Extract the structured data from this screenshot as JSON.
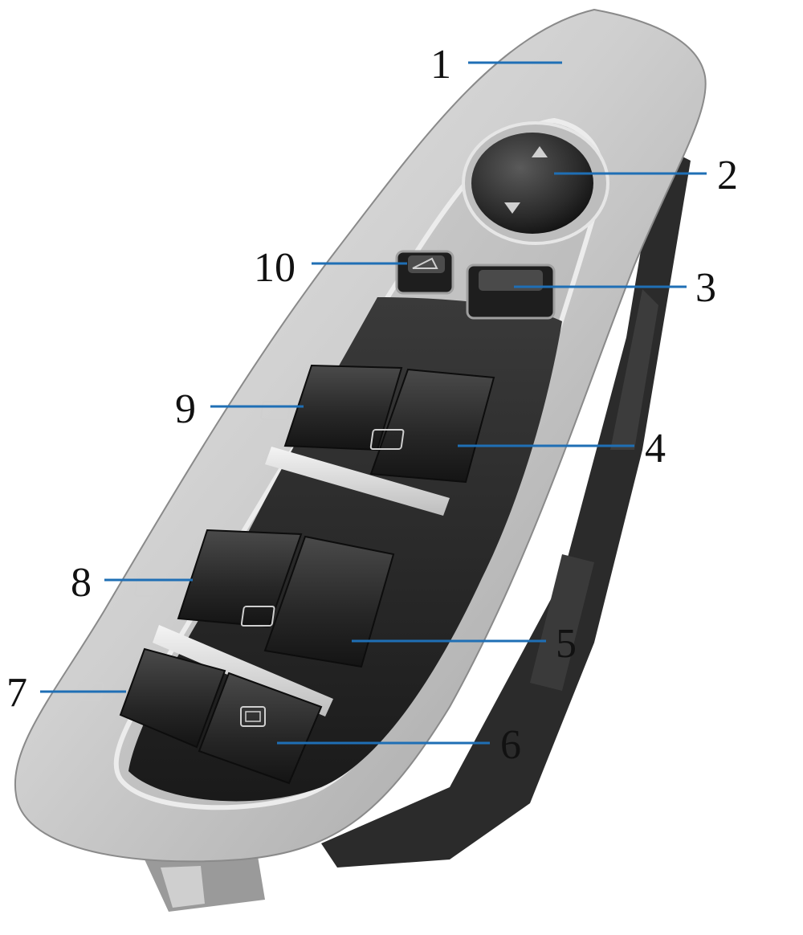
{
  "diagram": {
    "subject": "window-switch-panel",
    "leader_color": "#1f6fb5",
    "callouts": [
      {
        "number": "1",
        "part": "bezel"
      },
      {
        "number": "2",
        "part": "mirror-adjust-knob"
      },
      {
        "number": "3",
        "part": "switch-3"
      },
      {
        "number": "4",
        "part": "window-switch-4"
      },
      {
        "number": "5",
        "part": "window-switch-5"
      },
      {
        "number": "6",
        "part": "window-lock-switch"
      },
      {
        "number": "7",
        "part": "window-switch-7"
      },
      {
        "number": "8",
        "part": "window-switch-8"
      },
      {
        "number": "9",
        "part": "window-switch-9"
      },
      {
        "number": "10",
        "part": "switch-10"
      }
    ]
  }
}
